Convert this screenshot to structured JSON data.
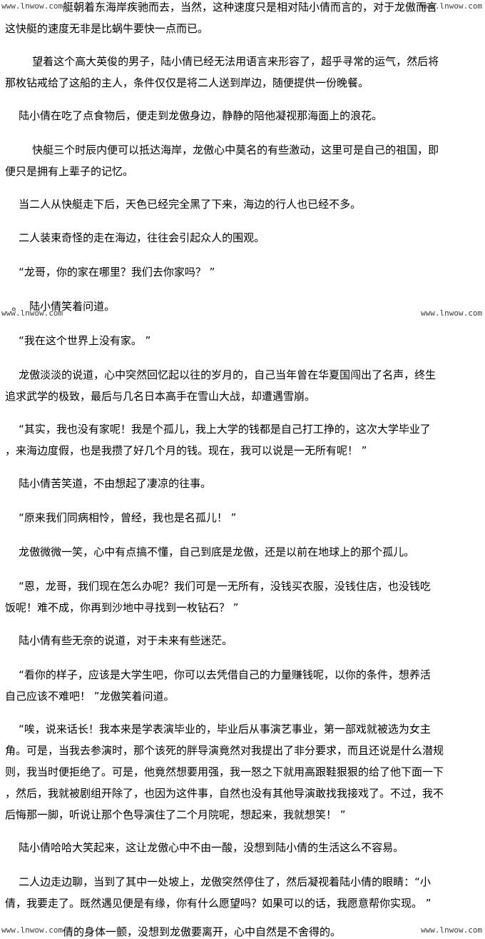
{
  "watermark": {
    "top_left": "www.lnwow.com",
    "top_right": "www.lnwow.com",
    "mid_left": "www.lnwow.com",
    "mid_right": "www.lnwow.com",
    "bottom_left": "www.lnwow.com",
    "bottom_right": "www.lnwow.com"
  },
  "paragraphs": [
    {
      "lines": [
        "                 艇朝着东海岸疾驰而去，当然，这种速度只是相对陆小倩而言的，对于龙傲而言",
        "这快艇的速度无非是比蜗牛要快一点而已。"
      ]
    },
    {
      "lines": [
        "        望着这个高大英俊的男子，陆小倩已经无法用语言来形容了，超乎寻常的运气，然后将",
        "那枚钻戒给了这船的主人，条件仅仅是将二人送到岸边，随便提供一份晚餐。"
      ]
    },
    {
      "lines": [
        "    陆小倩在吃了点食物后，便走到龙傲身边，静静的陪他凝视那海面上的浪花。"
      ]
    },
    {
      "lines": [
        "        快艇三个时辰内便可以抵达海岸，龙傲心中莫名的有些激动，这里可是自己的祖国，即",
        "便只是拥有上辈子的记忆。"
      ]
    },
    {
      "lines": [
        "    当二人从快艇走下后，天色已经完全黑了下来，海边的行人也已经不多。"
      ]
    },
    {
      "lines": [
        "    二人装束奇怪的走在海边，往往会引起众人的围观。"
      ]
    },
    {
      "lines": [
        "    “龙哥，你的家在哪里？我们去你家吗？ ”"
      ]
    },
    {
      "lines": [
        "  。  陆小倩笑着问道。"
      ]
    },
    {
      "lines": [
        "    “我在这个世界上没有家。 ”"
      ]
    },
    {
      "lines": [
        "    龙傲淡淡的说道，心中突然回忆起以往的岁月的，自己当年曾在华夏国闯出了名声，终生",
        "追求武学的极致，最后与几名日本高手在雪山大战，却遭遇雪崩。"
      ]
    },
    {
      "lines": [
        "    “其实，我也没有家呢！我是个孤儿，我上大学的钱都是自己打工挣的，这次大学毕业了",
        "，来海边度假，也是我攒了好几个月的钱。现在，我可以说是一无所有呢！ ”"
      ]
    },
    {
      "lines": [
        "    陆小倩苦笑道，不由想起了凄凉的往事。"
      ]
    },
    {
      "lines": [
        "    “原来我们同病相怜，曾经，我也是名孤儿！ ”"
      ]
    },
    {
      "lines": [
        "    龙傲微微一笑，心中有点搞不懂，自己到底是龙傲，还是以前在地球上的那个孤儿。"
      ]
    },
    {
      "lines": [
        "    “恩，龙哥，我们现在怎么办呢？我们可是一无所有，没钱买衣服，没钱住店，也没钱吃",
        "饭呢！难不成，你再到沙地中寻找到一枚钻石？ ”"
      ]
    },
    {
      "lines": [
        "    陆小倩有些无奈的说道，对于未来有些迷茫。"
      ]
    },
    {
      "lines": [
        "    “看你的样子，应该是大学生吧，你可以去凭借自己的力量赚钱呢，以你的条件，想养活",
        "自己应该不难吧！ ”龙傲笑着问道。"
      ]
    },
    {
      "lines": [
        "    “唉，说来话长！我本来是学表演毕业的，毕业后从事演艺事业，第一部戏就被选为女主",
        "角。可是，当我去参演时，那个该死的胖导演竟然对我提出了非分要求，而且还说是什么潜规",
        "则，我当时便拒绝了。可是，他竟然想要用强，我一怒之下就用高跟鞋狠狠的给了他下面一下",
        "，然后，我就被剧组开除了，也因为这件事，自然也没有其他导演敢找我接戏了。不过，我不",
        "后悔那一脚，听说让那个色导演住了二个月院呢，想起来，我就想笑！ ”"
      ]
    },
    {
      "lines": [
        "    陆小倩哈哈大笑起来，这让龙傲心中不由一酸，没想到陆小倩的生活这么不容易。"
      ]
    },
    {
      "lines": [
        "    二人边走边聊，当到了其中一处坡上，龙傲突然停住了，然后凝视着陆小倩的眼睛：“小",
        "倩，我要走了。既然遇见便是有缘，你有什么愿望吗？如果可以的话，我愿意帮你实现。 ”"
      ]
    },
    {
      "lines": [
        "                 倩的身体一颤，没想到龙傲要离开，心中自然是不舍得的。"
      ]
    }
  ]
}
